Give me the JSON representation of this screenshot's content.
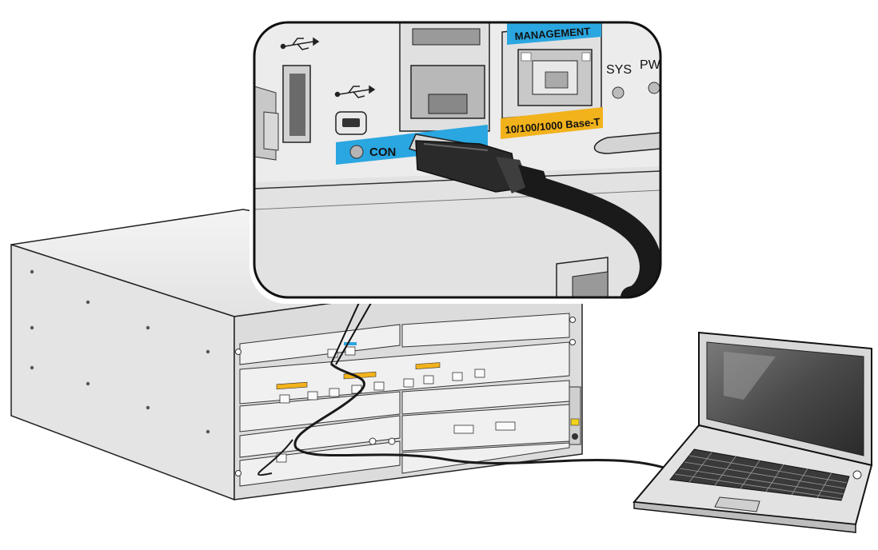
{
  "zoom_callout": {
    "management_label": "MANAGEMENT",
    "sys_label": "SYS",
    "pwr_label": "PW",
    "port_speed_label": "10/100/1000 Base-T",
    "console_label": "CON",
    "usb_symbol": "usb-icon"
  },
  "router": {
    "slot_labels": [
      "",
      "",
      "",
      "",
      "",
      ""
    ]
  },
  "colors": {
    "mgmt_blue": "#2aa6e0",
    "port_orange": "#f2b21c",
    "cable_black": "#1a1a1a",
    "line_gray": "#222222",
    "panel_light": "#ececec"
  }
}
